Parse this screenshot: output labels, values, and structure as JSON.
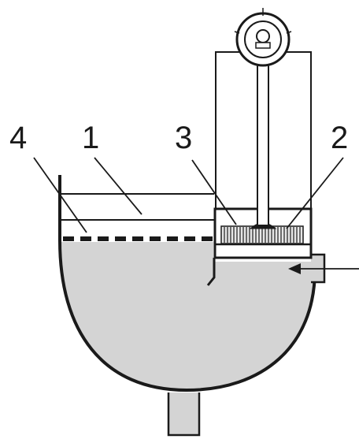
{
  "labels": [
    {
      "id": "1",
      "text": "1"
    },
    {
      "id": "2",
      "text": "2"
    },
    {
      "id": "3",
      "text": "3"
    },
    {
      "id": "4",
      "text": "4"
    }
  ],
  "colors": {
    "liquid": "#d4d4d4",
    "line": "#1a1a1a",
    "background": "#ffffff"
  }
}
